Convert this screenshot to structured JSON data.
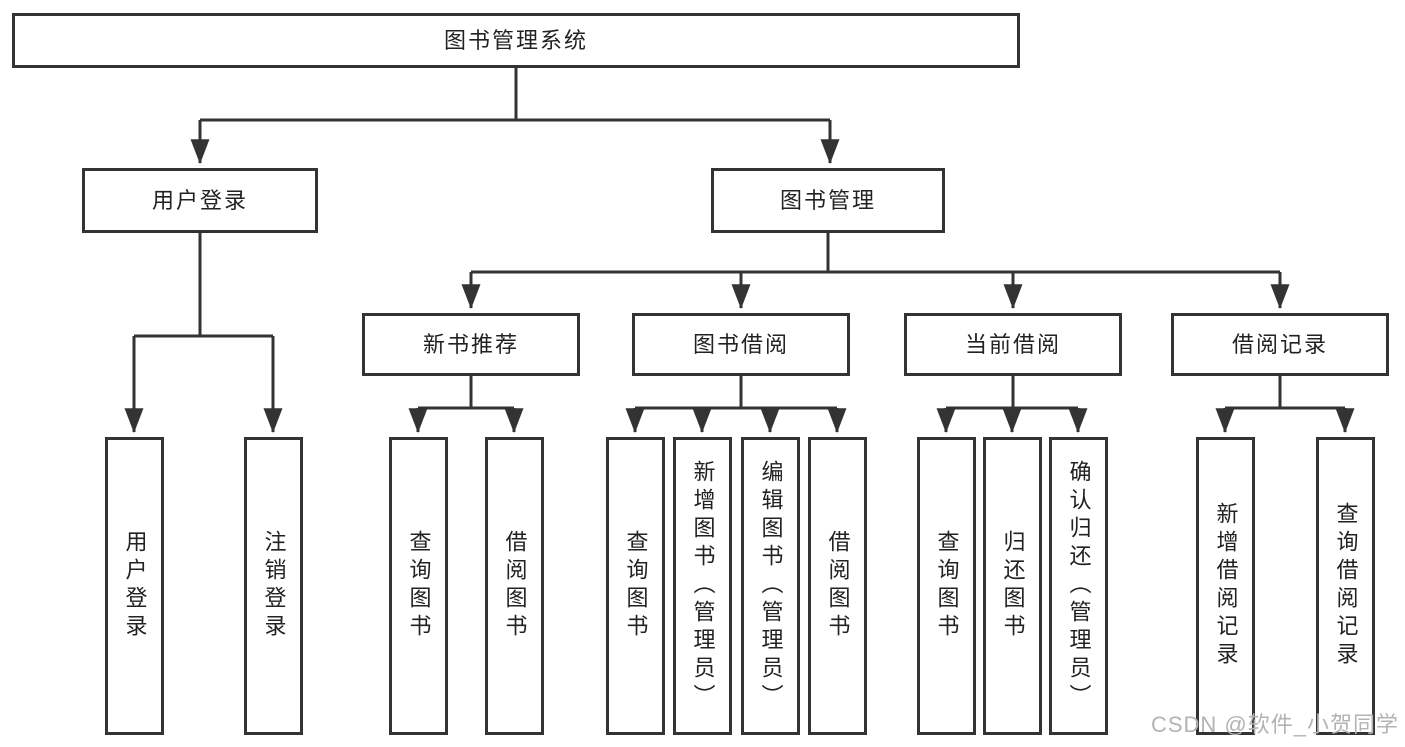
{
  "diagram": {
    "type": "tree",
    "root": {
      "label": "图书管理系统"
    },
    "level2": [
      {
        "label": "用户登录",
        "parent": "图书管理系统"
      },
      {
        "label": "图书管理",
        "parent": "图书管理系统"
      }
    ],
    "level3": [
      {
        "label": "新书推荐",
        "parent": "图书管理"
      },
      {
        "label": "图书借阅",
        "parent": "图书管理"
      },
      {
        "label": "当前借阅",
        "parent": "图书管理"
      },
      {
        "label": "借阅记录",
        "parent": "图书管理"
      }
    ],
    "leaves": [
      {
        "label": "用户登录",
        "parent": "用户登录"
      },
      {
        "label": "注销登录",
        "parent": "用户登录"
      },
      {
        "label": "查询图书",
        "parent": "新书推荐"
      },
      {
        "label": "借阅图书",
        "parent": "新书推荐"
      },
      {
        "label": "查询图书",
        "parent": "图书借阅"
      },
      {
        "label": "新增图书（管理员）",
        "parent": "图书借阅"
      },
      {
        "label": "编辑图书（管理员）",
        "parent": "图书借阅"
      },
      {
        "label": "借阅图书",
        "parent": "图书借阅"
      },
      {
        "label": "查询图书",
        "parent": "当前借阅"
      },
      {
        "label": "归还图书",
        "parent": "当前借阅"
      },
      {
        "label": "确认归还（管理员）",
        "parent": "当前借阅"
      },
      {
        "label": "新增借阅记录",
        "parent": "借阅记录"
      },
      {
        "label": "查询借阅记录",
        "parent": "借阅记录"
      }
    ]
  },
  "watermark": {
    "text": "CSDN @软件_小贺同学"
  },
  "colors": {
    "line": "#333333",
    "box_border": "#333333",
    "text": "#222222",
    "watermark": "#b3b3b3",
    "background": "#ffffff"
  }
}
